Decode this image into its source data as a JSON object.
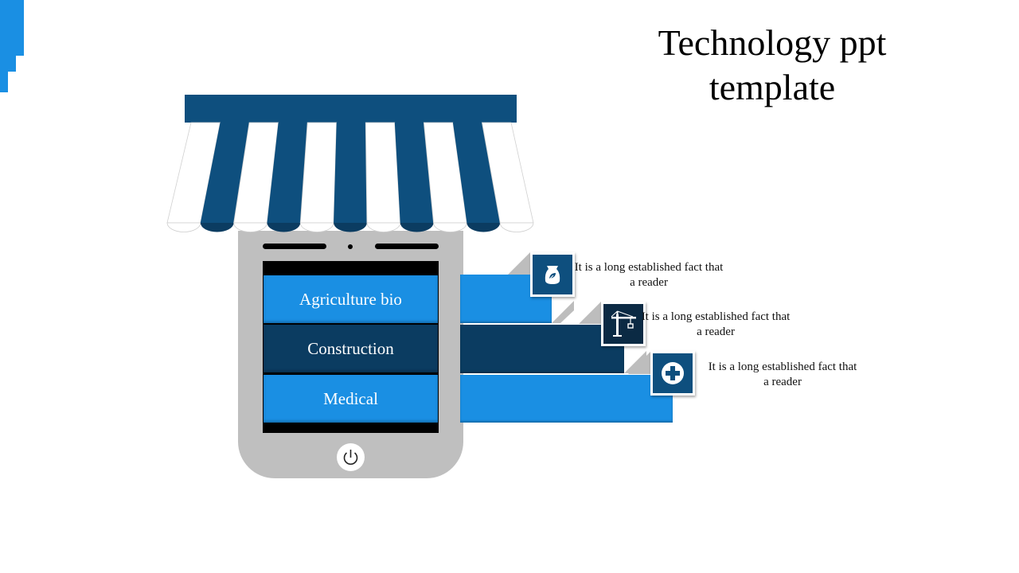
{
  "title": "Technology ppt template",
  "items": [
    {
      "label": "Agriculture bio",
      "icon": "seed-bag-icon",
      "description": "It is a long established fact that a reader",
      "color": "#1a8fe3"
    },
    {
      "label": "Construction",
      "icon": "crane-icon",
      "description": "It is a long established fact that a reader",
      "color": "#0b3c61"
    },
    {
      "label": "Medical",
      "icon": "medical-cross-icon",
      "description": "It is a long established fact that a reader",
      "color": "#1a8fe3"
    }
  ],
  "colors": {
    "awning_stripe": "#0e4f7e",
    "accent": "#1a8fe3",
    "dark": "#0b3c61",
    "phone": "#bfbfbf"
  }
}
